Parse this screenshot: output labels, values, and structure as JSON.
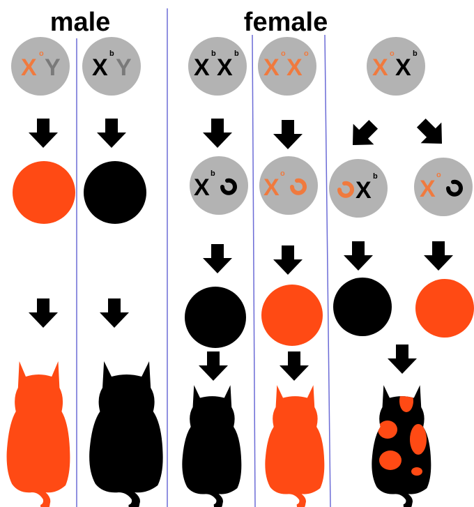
{
  "headers": {
    "male": "male",
    "female": "female"
  },
  "alleles": {
    "X": "X",
    "Y": "Y",
    "orange_allele": "o",
    "black_allele": "b"
  },
  "colors": {
    "orange": "#ff4a14",
    "black": "#000000",
    "gray_cell": "#b3b3b3",
    "y_gray": "#7a7a7a",
    "x_orange": "#f07a3e",
    "divider": "#6b6bd6"
  },
  "icons": [
    "down-arrow-icon",
    "barr-body-icon",
    "cat-silhouette-icon"
  ]
}
